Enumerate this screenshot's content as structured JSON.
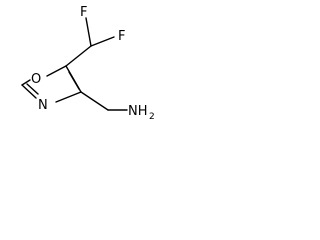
{
  "atoms": {
    "f1": "F",
    "f2": "F",
    "o1": "O",
    "n1": "N",
    "nh2_main": "NH",
    "nh2_sub": "2"
  }
}
